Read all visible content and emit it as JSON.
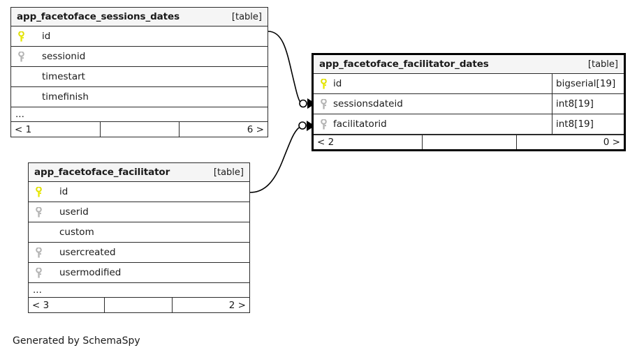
{
  "diagram": {
    "generator_note": "Generated by SchemaSpy",
    "kind_label": "[table]"
  },
  "tables": [
    {
      "id": "app_facetoface_sessions_dates",
      "name": "app_facetoface_sessions_dates",
      "kind": "[table]",
      "columns": [
        {
          "name": "id",
          "key": "primary",
          "type": ""
        },
        {
          "name": "sessionid",
          "key": "foreign",
          "type": ""
        },
        {
          "name": "timestart",
          "key": "none",
          "type": ""
        },
        {
          "name": "timefinish",
          "key": "none",
          "type": ""
        }
      ],
      "more_indicator": "...",
      "footer": {
        "left": "< 1",
        "middle": "",
        "right": "6 >"
      }
    },
    {
      "id": "app_facetoface_facilitator_dates",
      "name": "app_facetoface_facilitator_dates",
      "kind": "[table]",
      "columns": [
        {
          "name": "id",
          "key": "primary",
          "type": "bigserial[19]"
        },
        {
          "name": "sessionsdateid",
          "key": "foreign",
          "type": "int8[19]"
        },
        {
          "name": "facilitatorid",
          "key": "foreign",
          "type": "int8[19]"
        }
      ],
      "more_indicator": "",
      "footer": {
        "left": "< 2",
        "middle": "",
        "right": "0 >"
      }
    },
    {
      "id": "app_facetoface_facilitator",
      "name": "app_facetoface_facilitator",
      "kind": "[table]",
      "columns": [
        {
          "name": "id",
          "key": "primary",
          "type": ""
        },
        {
          "name": "userid",
          "key": "foreign",
          "type": ""
        },
        {
          "name": "custom",
          "key": "none",
          "type": ""
        },
        {
          "name": "usercreated",
          "key": "foreign",
          "type": ""
        },
        {
          "name": "usermodified",
          "key": "foreign",
          "type": ""
        }
      ],
      "more_indicator": "...",
      "footer": {
        "left": "< 3",
        "middle": "",
        "right": "2 >"
      }
    }
  ],
  "relationships": [
    {
      "name": "sessions-dates-to-facilitator-dates",
      "from_table": "app_facetoface_sessions_dates",
      "from_column": "id",
      "to_table": "app_facetoface_facilitator_dates",
      "to_column": "sessionsdateid",
      "end_marker": "zero-or-more"
    },
    {
      "name": "facilitator-to-facilitator-dates",
      "from_table": "app_facetoface_facilitator",
      "from_column": "id",
      "to_table": "app_facetoface_facilitator_dates",
      "to_column": "facilitatorid",
      "end_marker": "zero-or-more"
    }
  ],
  "colors": {
    "primary_key": "#e8e800",
    "foreign_key": "#b3b3b3",
    "header_bg": "#f5f5f5",
    "border": "#2b2b2b",
    "edge": "#000000"
  }
}
